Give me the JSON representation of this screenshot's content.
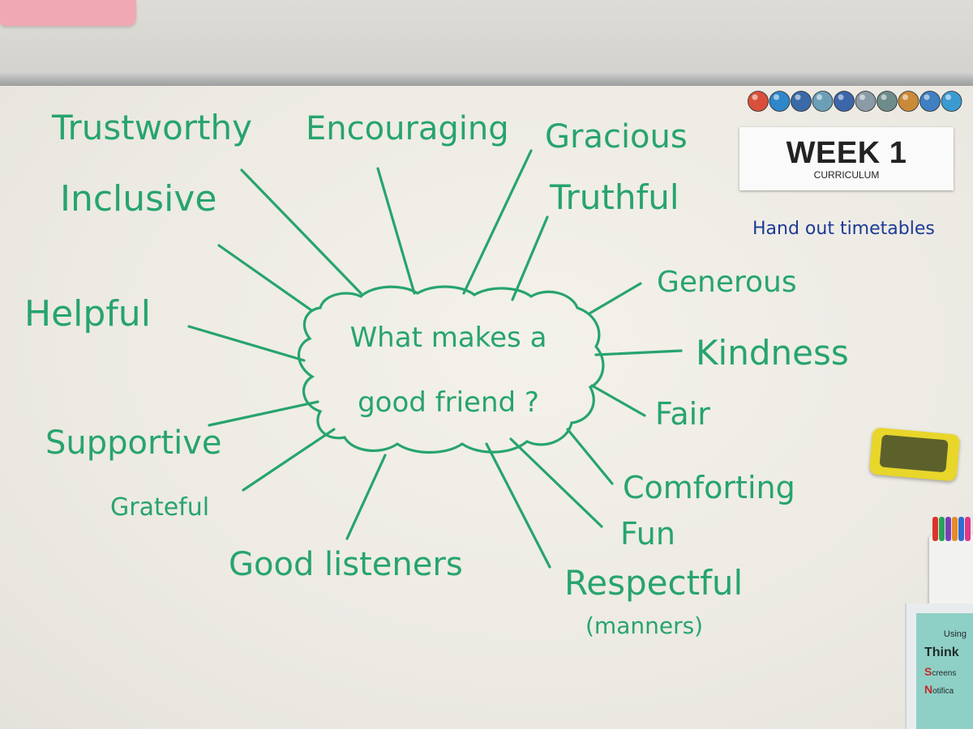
{
  "mind_map": {
    "center_line1": "What makes a",
    "center_line2": "good friend ?",
    "words": {
      "trustworthy": "Trustworthy",
      "encouraging": "Encouraging",
      "gracious": "Gracious",
      "inclusive": "Inclusive",
      "truthful": "Truthful",
      "generous": "Generous",
      "helpful": "Helpful",
      "kindness": "Kindness",
      "fair": "Fair",
      "supportive": "Supportive",
      "comforting": "Comforting",
      "grateful": "Grateful",
      "fun": "Fun",
      "good_listeners": "Good listeners",
      "respectful": "Respectful",
      "manners": "(manners)"
    }
  },
  "week_card": {
    "title": "WEEK 1",
    "subtitle": "CURRICULUM"
  },
  "note": "Hand out timetables",
  "poster": {
    "heading": "Using",
    "title": "Think",
    "line_s_letter": "S",
    "line_s_rest": "creens",
    "line_n_letter": "N",
    "line_n_rest": "otifica"
  },
  "colors": {
    "marker_green": "#27a46e",
    "marker_blue": "#1d3a96",
    "board": "#eeece5",
    "eraser": "#e8d62a",
    "pink_paper": "#f0a9b4"
  },
  "magnet_colors": [
    "#d9503a",
    "#2f86c9",
    "#3a6aa8",
    "#6a9fb7",
    "#3c66a9",
    "#8a9aa6",
    "#6e8c8a",
    "#c98a3a",
    "#3f7fc2",
    "#3b9ad0"
  ],
  "marker_colors": [
    "#d9342b",
    "#27a456",
    "#7a3fb8",
    "#e58b2a",
    "#2c6fd1",
    "#e0388b"
  ]
}
